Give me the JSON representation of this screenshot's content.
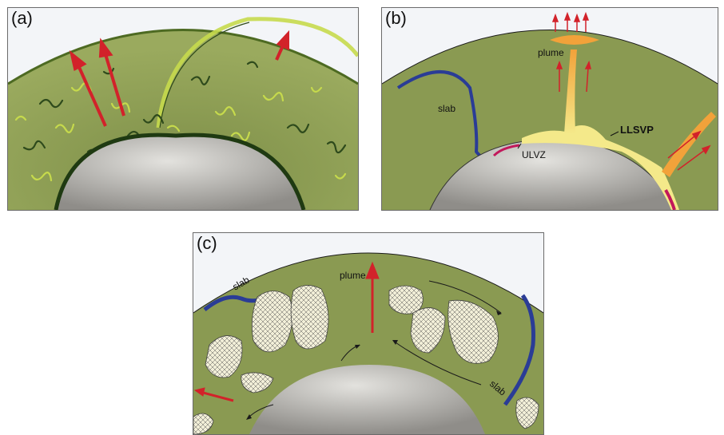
{
  "panels": {
    "a": {
      "label": "(a)"
    },
    "b": {
      "label": "(b)",
      "slab": "slab",
      "plume": "plume",
      "llsvp": "LLSVP",
      "ulvz": "ULVZ"
    },
    "c": {
      "label": "(c)",
      "slab_left": "slab",
      "slab_right": "slab",
      "plume": "plume"
    }
  },
  "colors": {
    "mantle": "#8a9a52",
    "core": "#b9b7b2",
    "slab": "#2a3c96",
    "arrow": "#d2222a",
    "llsvp": "#f4e98a",
    "plume": "#f2a23a",
    "pile_fill": "#f2efd8",
    "background": "#f3f5f8"
  },
  "icons": [
    "red-arrow-icon",
    "black-flow-arrow-icon"
  ]
}
